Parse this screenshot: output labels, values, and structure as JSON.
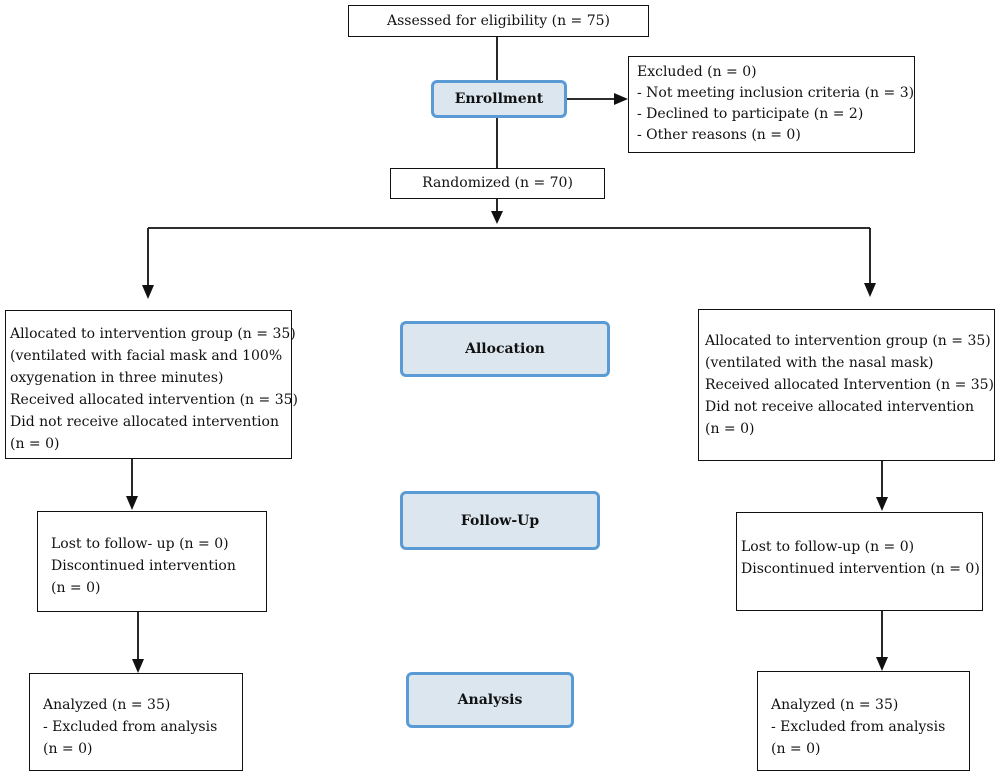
{
  "top": {
    "assessed": "Assessed for eligibility (n = 75)",
    "randomized": "Randomized (n = 70)"
  },
  "excluded": {
    "title": "Excluded (n = 0)",
    "items": [
      "- Not meeting inclusion criteria (n = 3)",
      "- Declined to participate (n = 2)",
      "- Other reasons (n = 0)"
    ]
  },
  "stages": {
    "enrollment": "Enrollment",
    "allocation": "Allocation",
    "followup": "Follow-Up",
    "analysis": "Analysis"
  },
  "left": {
    "allocation": [
      "Allocated to intervention group (n = 35)",
      "(ventilated with facial mask and 100%",
      "oxygenation in three minutes)",
      "Received allocated intervention (n = 35)",
      "Did not receive allocated intervention",
      "(n = 0)"
    ],
    "followup": [
      "Lost to follow- up (n = 0)",
      "Discontinued intervention",
      "(n = 0)"
    ],
    "analysis": [
      "Analyzed (n = 35)",
      "- Excluded from analysis",
      "(n = 0)"
    ]
  },
  "right": {
    "allocation": [
      "Allocated to intervention group (n = 35)",
      "(ventilated with the nasal mask)",
      "Received allocated Intervention (n = 35)",
      "Did not receive allocated intervention",
      "(n = 0)"
    ],
    "followup": [
      "Lost to follow-up (n = 0)",
      "Discontinued intervention (n = 0)"
    ],
    "analysis": [
      "Analyzed (n = 35)",
      "- Excluded from analysis",
      "(n = 0)"
    ]
  }
}
